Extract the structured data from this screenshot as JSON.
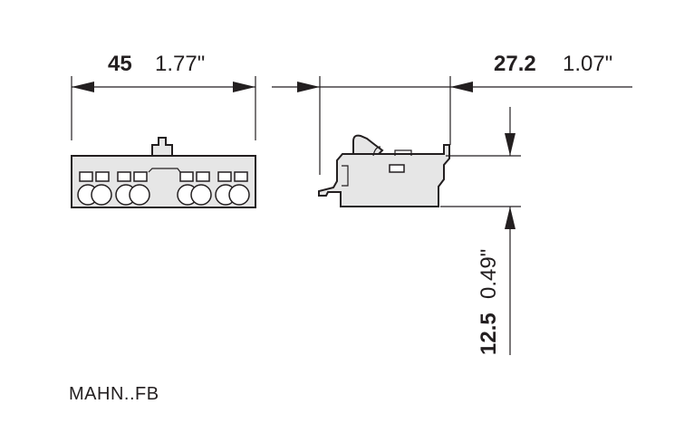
{
  "dimensions": {
    "width": {
      "mm": "45",
      "inch": "1.77\""
    },
    "depth": {
      "mm": "27.2",
      "inch": "1.07\""
    },
    "height": {
      "mm": "12.5",
      "inch": "0.49\""
    }
  },
  "reference": "MAHN..FB",
  "colors": {
    "line": "#231f20",
    "part_fill": "#e6e6e6"
  }
}
